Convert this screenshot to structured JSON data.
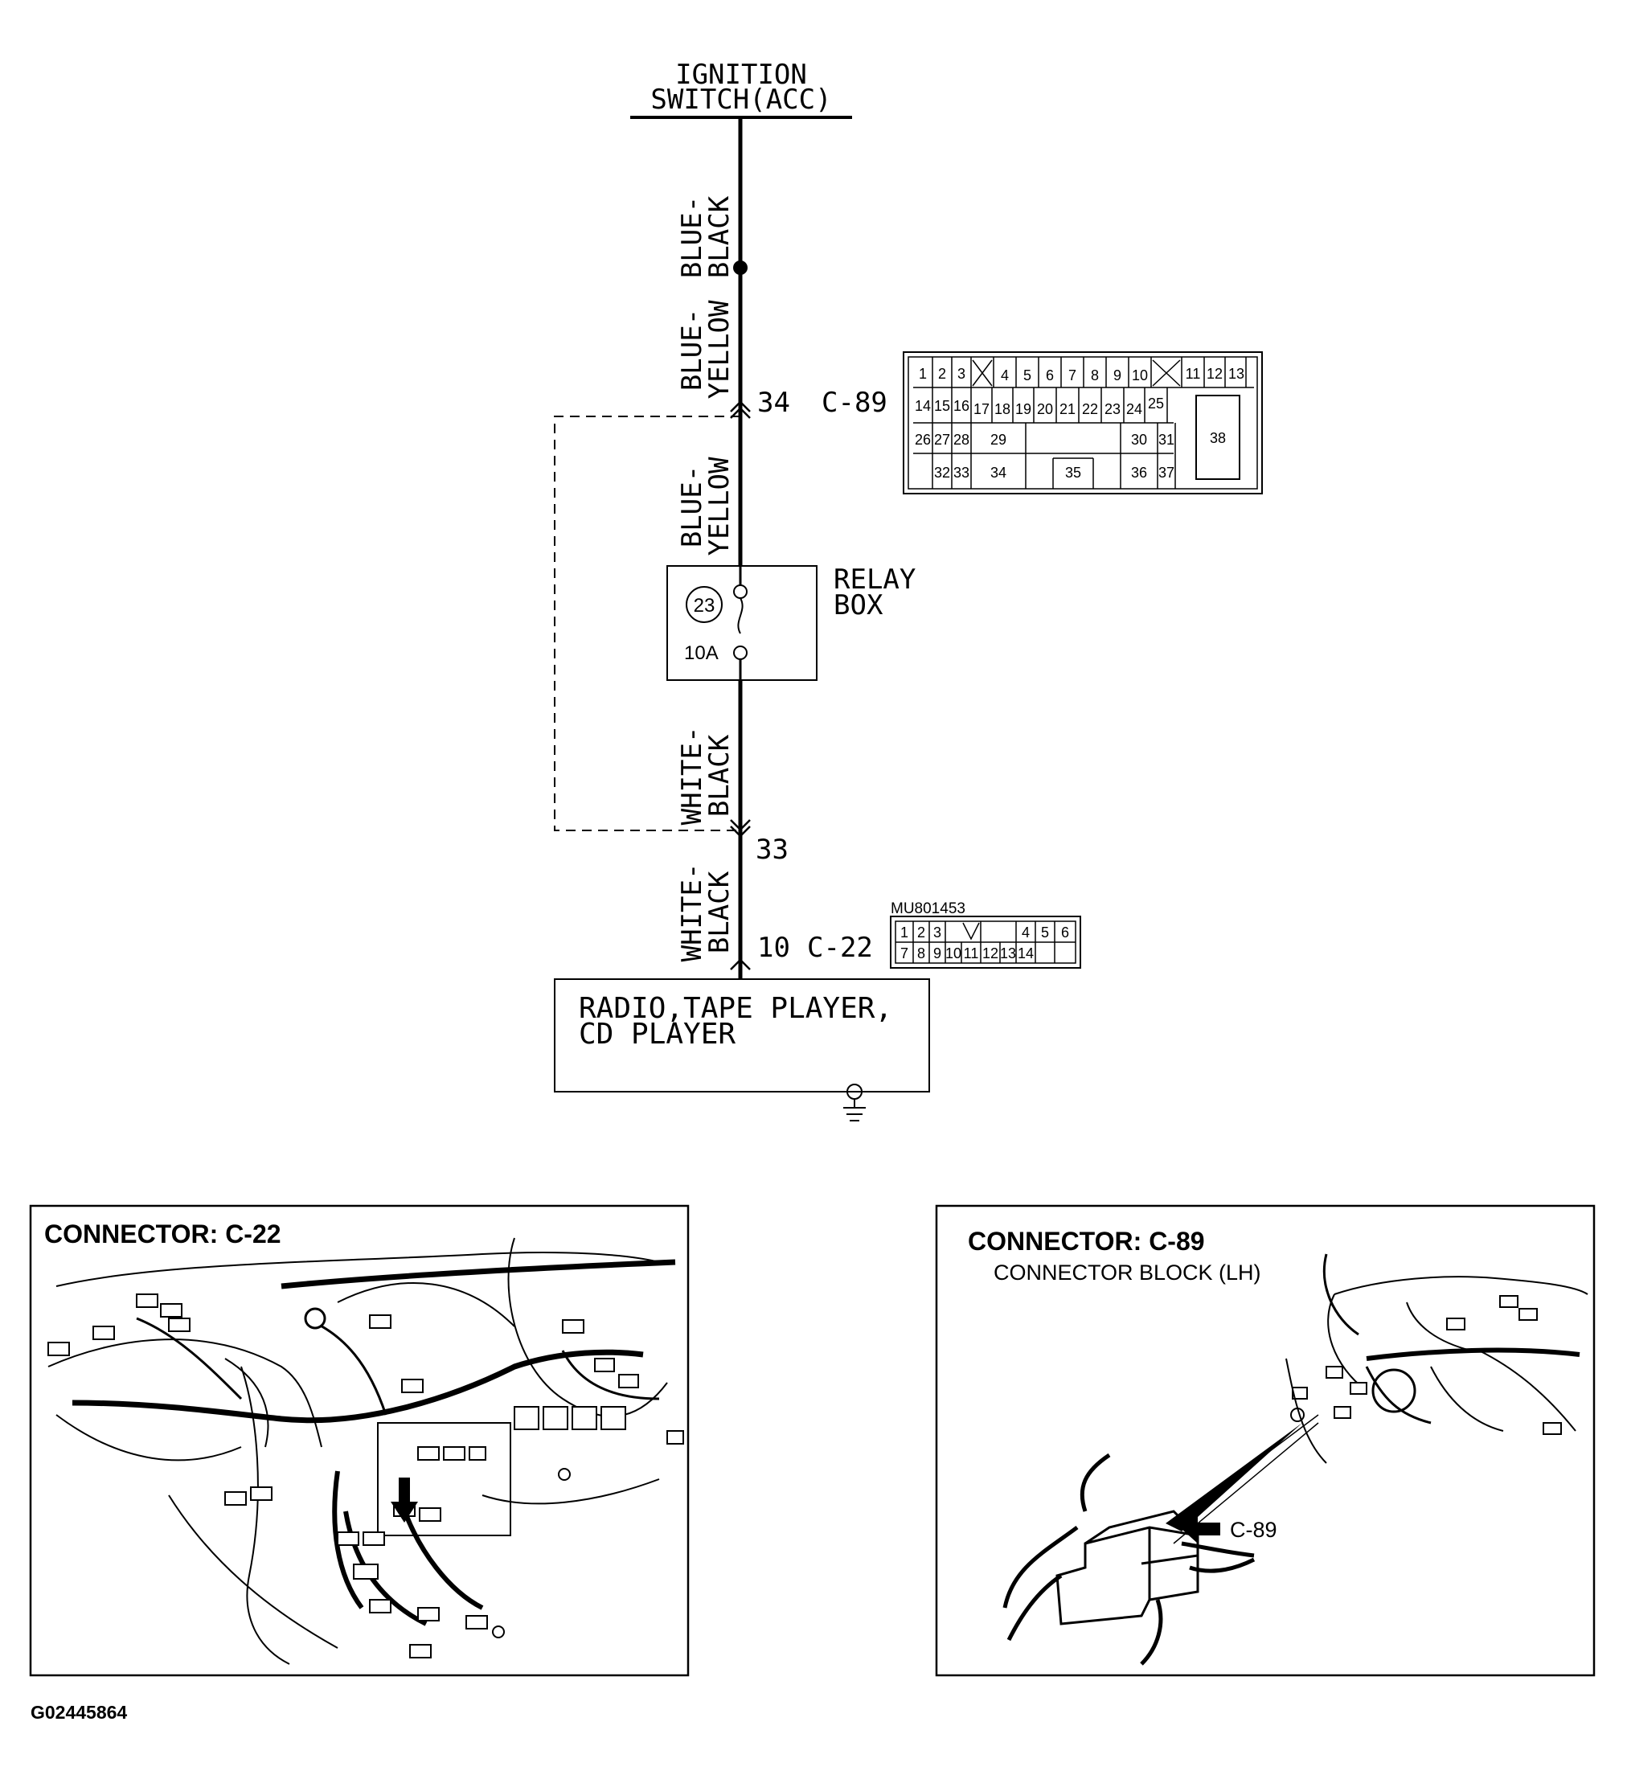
{
  "schematic": {
    "source": {
      "line1": "IGNITION",
      "line2": "SWITCH(ACC)"
    },
    "wires": {
      "upper_a": {
        "line1": "BLUE-",
        "line2": "BLACK"
      },
      "upper_b": {
        "line1": "BLUE-",
        "line2": "YELLOW"
      },
      "middle": {
        "line1": "BLUE-",
        "line2": "YELLOW"
      },
      "lower_a": {
        "line1": "WHITE-",
        "line2": "BLACK"
      },
      "lower_b": {
        "line1": "WHITE-",
        "line2": "BLACK"
      }
    },
    "pins": {
      "c89_pin": "34",
      "c89_id": "C-89",
      "pin33": "33",
      "c22_pin": "10",
      "c22_id": "C-22"
    },
    "relay_box": {
      "label1": "RELAY",
      "label2": "BOX",
      "fuse_no": "23",
      "fuse_rating": "10A"
    },
    "device": {
      "line1": "RADIO,TAPE PLAYER,",
      "line2": "CD PLAYER"
    }
  },
  "connector_c89_face": {
    "row1": [
      "1",
      "2",
      "3",
      "4",
      "5",
      "6",
      "7",
      "8",
      "9",
      "10",
      "11",
      "12",
      "13"
    ],
    "row2": [
      "14",
      "15",
      "16",
      "17",
      "18",
      "19",
      "20",
      "21",
      "22",
      "23",
      "24",
      "25"
    ],
    "row3": [
      "26",
      "27",
      "28",
      "29",
      "30",
      "31",
      "38"
    ],
    "row4": [
      "32",
      "33",
      "34",
      "35",
      "36",
      "37"
    ]
  },
  "connector_c22_face": {
    "part_no": "MU801453",
    "row1": [
      "1",
      "2",
      "3",
      "4",
      "5",
      "6"
    ],
    "row2": [
      "7",
      "8",
      "9",
      "10",
      "11",
      "12",
      "13",
      "14"
    ]
  },
  "panels": {
    "c22": {
      "title": "CONNECTOR: C-22"
    },
    "c89": {
      "title": "CONNECTOR: C-89",
      "subtitle": "CONNECTOR BLOCK (LH)",
      "callout": "C-89"
    }
  },
  "figure_id": "G02445864"
}
